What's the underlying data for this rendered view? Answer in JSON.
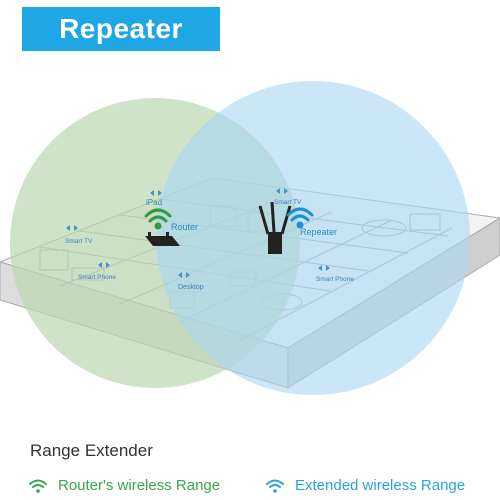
{
  "header": {
    "title": "Repeater"
  },
  "scene": {
    "labels": {
      "smart_tv_left": "Smart TV",
      "ipad": "iPad",
      "router": "Router",
      "smart_phone_left": "Smart Phone",
      "desktop": "Desktop",
      "smart_tv_right": "Smart TV",
      "repeater": "Repeater",
      "smart_phone_right": "Smart Phone"
    }
  },
  "footer": {
    "section_title": "Range Extender",
    "legend_router": "Router's wireless Range",
    "legend_extended": "Extended wireless Range"
  },
  "colors": {
    "title_bg": "#1fa7e5",
    "router_range": "#b9d7b0",
    "extended_range": "#aad6f2",
    "router_green": "#3aa64a",
    "repeater_blue": "#2aa3dd"
  }
}
